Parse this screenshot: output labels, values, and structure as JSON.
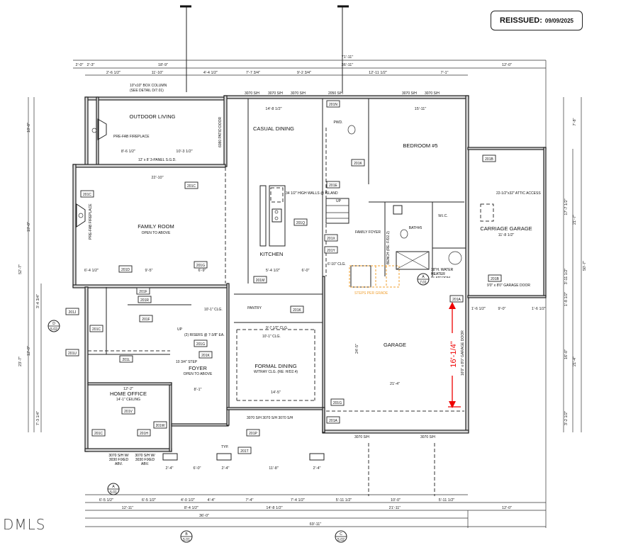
{
  "stamp": {
    "label": "REISSUED:",
    "date": "09/09/2025"
  },
  "watermark": "DMLS",
  "rooms": {
    "outdoor_living": "OUTDOOR LIVING",
    "casual_dining": "CASUAL DINING",
    "bedroom5": "BEDROOM #5",
    "family_room": "FAMILY ROOM",
    "family_room_sub": "OPEN TO ABOVE",
    "kitchen": "KITCHEN",
    "carriage_garage": "CARRIAGE GARAGE",
    "garage": "GARAGE",
    "formal_dining": "FORMAL DINING",
    "formal_dining_sub": "W/TRAY CLG. (RE: H/D2.4)",
    "foyer": "FOYER",
    "foyer_sub": "OPEN TO ABOVE",
    "home_office": "HOME OFFICE",
    "home_office_sub": "14'-1\" CEILING",
    "pantry": "PANTRY",
    "pwd": "PWD.",
    "bath5": "BATH#5",
    "wic": "W.I.C.",
    "family_foyer": "FAMILY FOYER"
  },
  "notes": {
    "box_column": "10\"x10\" BOX COLUMN",
    "box_column_detail": "(SEE DETAIL D/7.01)",
    "fireplace_outdoor": "PRE-FAB FIREPLACE",
    "fireplace_family": "PRE-FAB FIREPLACE",
    "sgd": "12' x 8' 3-PANEL S.G.D.",
    "patio_door": "6080 PATIO DOOR",
    "island_walls": "34 1/2\" HIGH WALLS @ ISLAND",
    "attic_access": "22-1/2\"x32\" ATTIC ACCESS",
    "water_heater": "18\"H. WATER HEATER PLATFORM",
    "steps_per_grade": "STEPS PER GRADE",
    "garage_door_carriage": "9'0\" x 8'0\" GARAGE DOOR",
    "garage_door_main": "16'0\" x 8'0\" GARAGE DOOR",
    "risers": "(2) RISERS @ 7-3/8\" EA.",
    "step": "10 3/4\" STEP",
    "clg_101": "10'-1\" CLG.",
    "clg_971": "9'-7 1/2\" CLG.",
    "clg_101b": "10'-1\" CLG.",
    "clg_610": "6'-10\" CLG.",
    "bench": "BENCH (RE: F/D2.2)",
    "window_3070_a": "3070 S/H",
    "window_3070_b": "3070 S/H",
    "window_3070_c": "3070 S/H",
    "window_2050": "2050 S/H",
    "window_3070_d": "3070 S/H",
    "window_3070_e": "3070 S/H",
    "office_win_1": "3070 S/H W/ 3030 FIXED ABV.",
    "office_win_2": "3070 S/H W/ 3030 FIXED ABV.",
    "dining_win": "3070 S/H  3070 S/H  3070 S/H",
    "garage_win_1": "3070 S/H",
    "garage_win_2": "3070 S/H",
    "up1": "UP",
    "up2": "UP",
    "typ": "TYP."
  },
  "tags": [
    "201C",
    "201C",
    "201D",
    "201F",
    "201G",
    "201M",
    "201Q",
    "201N",
    "201K",
    "201E",
    "201X",
    "201Y",
    "201B",
    "201B",
    "201A",
    "201G",
    "201A",
    "201K",
    "201G",
    "201F",
    "201R",
    "201J",
    "201C",
    "201U",
    "201L",
    "201C",
    "201H",
    "201W",
    "201V",
    "201P",
    "201T",
    "201K"
  ],
  "dimensions": {
    "top": [
      "71'-11\"",
      "2'-0\"",
      "2'-3\"",
      "18'-9\"",
      "36'-11\"",
      "12'-0\"",
      "2'-6 1/2\"",
      "11'-10\"",
      "4'-4 1/2\"",
      "7'-7 3/4\"",
      "9'-2 3/4\"",
      "12'-11 1/2\"",
      "7'-1\""
    ],
    "bottom": [
      "6'-5 1/2\"",
      "6'-5 1/2\"",
      "4'-0 1/2\"",
      "4'-4\"",
      "7'-4\"",
      "7'-4 1/2\"",
      "5'-11 1/2\"",
      "10'-0\"",
      "5'-11 1/2\"",
      "12'-11\"",
      "8'-4 1/2\"",
      "14'-8 1/2\"",
      "21'-11\"",
      "12'-0\"",
      "36'-0\"",
      "69'-11\""
    ],
    "left": [
      "10'-0\"",
      "19'-0\"",
      "52'-7\"",
      "3'-4 3/4\"",
      "12'-9\"",
      "23'-7\"",
      "7'-3 1/4\""
    ],
    "right": [
      "7'-8\"",
      "17'-7 1/2\"",
      "21'-7\"",
      "3'-11 1/2\"",
      "50'-7\"",
      "1'-8 1/2\"",
      "16'-0\"",
      "21'-4\"",
      "3'-2 1/2\""
    ],
    "interior": [
      "22'-10\"",
      "14'-8 1/2\"",
      "15'-11\"",
      "8'-6 1/2\"",
      "10'-3 1/2\"",
      "9'-5\"",
      "6'-4 1/2\"",
      "6'-9\"",
      "5'-4 1/2\"",
      "6'-0\"",
      "21'-4\"",
      "24'-5\"",
      "11'-8 1/2\"",
      "12'-2\"",
      "8'-1\"",
      "14'-5\"",
      "9'-0\"",
      "1'-6 1/2\"",
      "1'-6 1/2\"",
      "2'-4\"",
      "6'-0\"",
      "2'-4\"",
      "11'-8\"",
      "2'-4\""
    ],
    "highlight": "16'-1/4\""
  },
  "section_markers": [
    {
      "letter": "A",
      "sheet": "5.01"
    },
    {
      "letter": "B",
      "sheet": "5.01"
    },
    {
      "letter": "C",
      "sheet": "5.02"
    },
    {
      "letter": "D",
      "sheet": "5.02"
    },
    {
      "letter": "A",
      "sheet": "7.01"
    }
  ],
  "colors": {
    "highlight_dimension": "#e00000",
    "steps_per_grade": "#f0a030",
    "walls": "#222222"
  }
}
